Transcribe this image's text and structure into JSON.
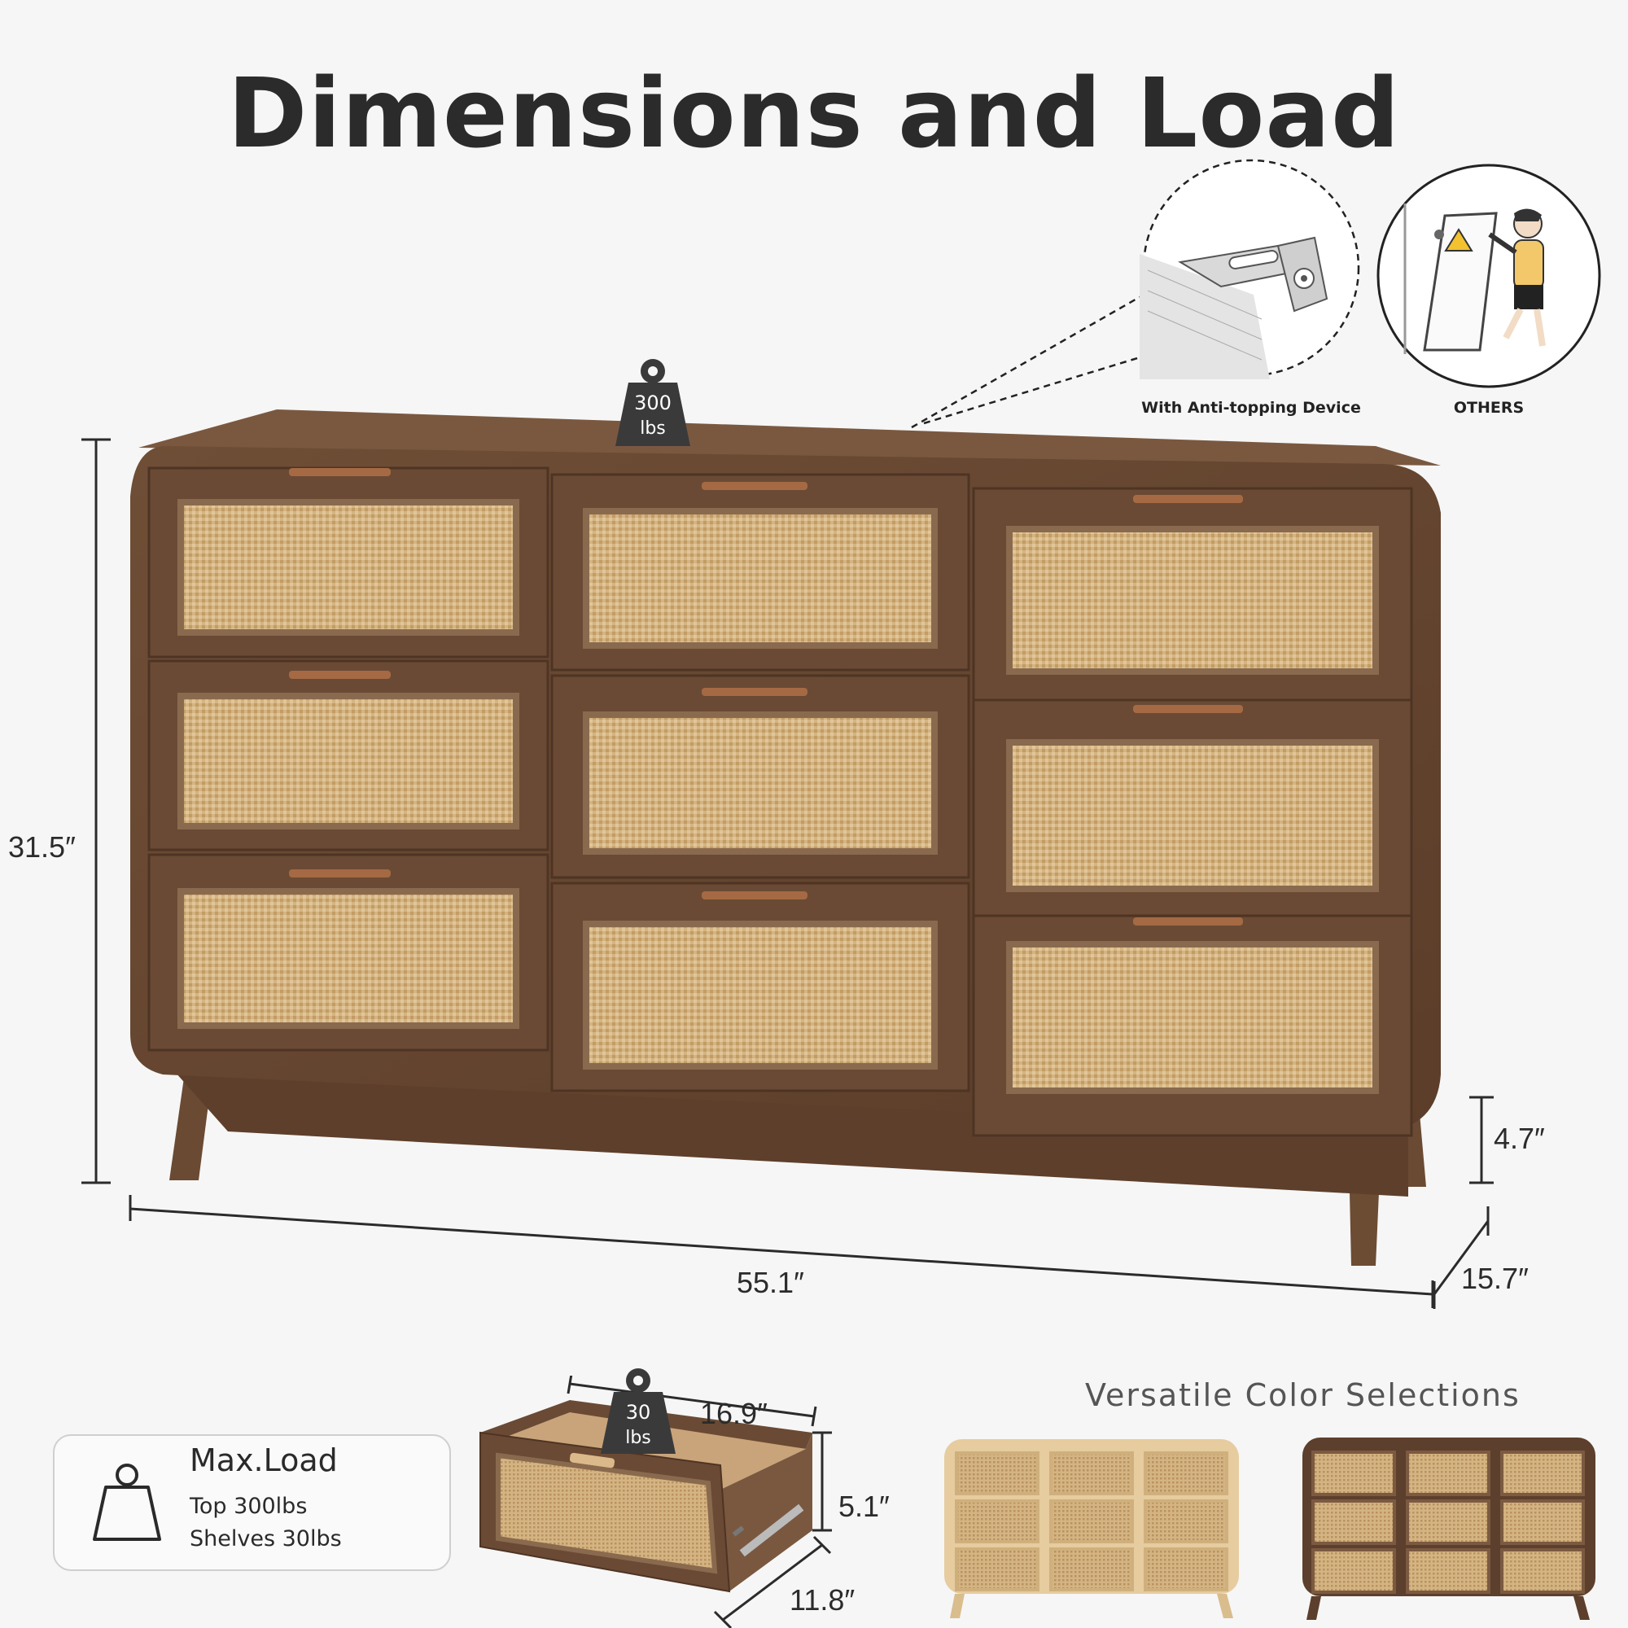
{
  "title": "Dimensions and Load",
  "top_load_badge": {
    "value": "300",
    "unit": "lbs"
  },
  "drawer_load_badge": {
    "value": "30",
    "unit": "lbs"
  },
  "dimensions": {
    "height": "31.5″",
    "width": "55.1″",
    "depth": "15.7″",
    "leg_height": "4.7″",
    "drawer_length": "16.9″",
    "drawer_height": "5.1″",
    "drawer_width": "11.8″"
  },
  "callouts": {
    "anti_tip": "With Anti-topping Device",
    "others": "OTHERS"
  },
  "max_load": {
    "heading": "Max.Load",
    "top": "Top 300lbs",
    "shelves": "Shelves 30lbs"
  },
  "colors_section": {
    "heading": "Versatile Color Selections"
  },
  "colors": {
    "walnut": "#6b4a33",
    "walnut_dark": "#553825",
    "rattan": "#d2b07e",
    "natural": "#e3c99b",
    "background": "#f6f6f6"
  }
}
